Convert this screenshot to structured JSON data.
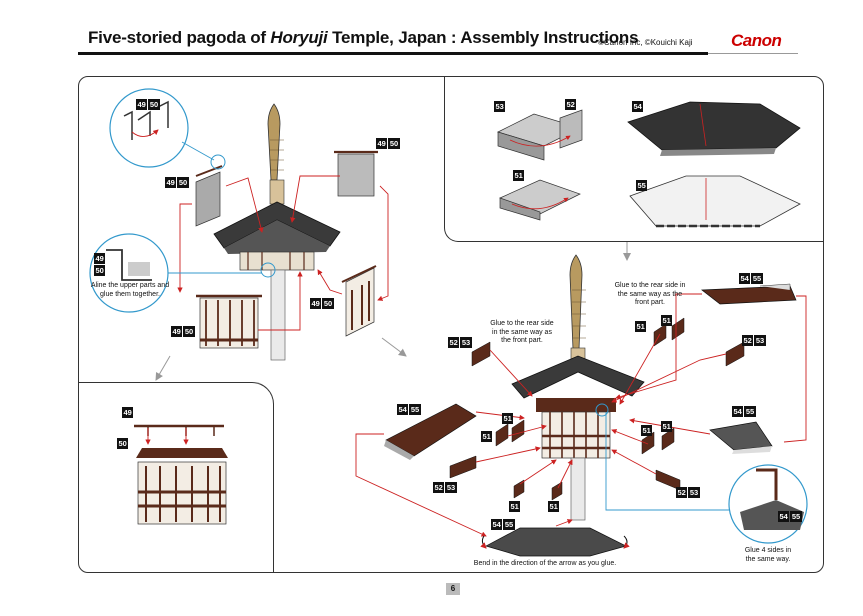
{
  "header": {
    "title_a": "Five-storied pagoda of ",
    "title_em": "Horyuji",
    "title_b": " Temple, Japan : Assembly Instructions",
    "copyright": "©Canon Inc, ©Kouichi Kaji",
    "brand": "Canon"
  },
  "tags": {
    "t4950_top": [
      "49",
      "50"
    ],
    "t4950_left": [
      "49",
      "50"
    ],
    "t4950_right": [
      "49",
      "50"
    ],
    "t4950_mid": [
      "49",
      "50"
    ],
    "t4950_bottom": [
      "49",
      "50"
    ],
    "t49_zoom": [
      "49",
      "50"
    ],
    "t49_inset": [
      "49"
    ],
    "t50_inset": [
      "50"
    ],
    "t53": [
      "53"
    ],
    "t52": [
      "52"
    ],
    "t51_top": [
      "51"
    ],
    "t54": [
      "54"
    ],
    "t55": [
      "55"
    ],
    "t5455_r1": [
      "54",
      "55"
    ],
    "t5455_r2": [
      "54",
      "55"
    ],
    "t5455_l": [
      "54",
      "55"
    ],
    "t5455_b": [
      "54",
      "55"
    ],
    "t5455_zoom": [
      "54",
      "55"
    ],
    "t5253_a": [
      "52",
      "53"
    ],
    "t5253_b": [
      "52",
      "53"
    ],
    "t5253_c": [
      "52",
      "53"
    ],
    "t5253_d": [
      "52",
      "53"
    ],
    "t51_a": [
      "51"
    ],
    "t51_b": [
      "51"
    ],
    "t51_c": [
      "51"
    ],
    "t51_d": [
      "51"
    ],
    "t51_e": [
      "51"
    ],
    "t51_f": [
      "51"
    ],
    "t51_g": [
      "51"
    ],
    "t51_h": [
      "51"
    ]
  },
  "notes": {
    "align_upper": "Aline the upper parts and glue them together.",
    "glue_rear_left": "Glue to the rear side in the same way as the front part.",
    "glue_rear_right": "Glue to the rear side in the same way as the front part.",
    "bend": "Bend in the direction of the arrow as you glue.",
    "glue_4_sides": "Glue 4 sides in the same way."
  },
  "page_number": "6",
  "colors": {
    "accent_red": "#cc0000",
    "roof": "#3a3a3a",
    "wood": "#5a2a1a",
    "spire": "#b89a60",
    "zoom_ring": "#3399cc"
  }
}
